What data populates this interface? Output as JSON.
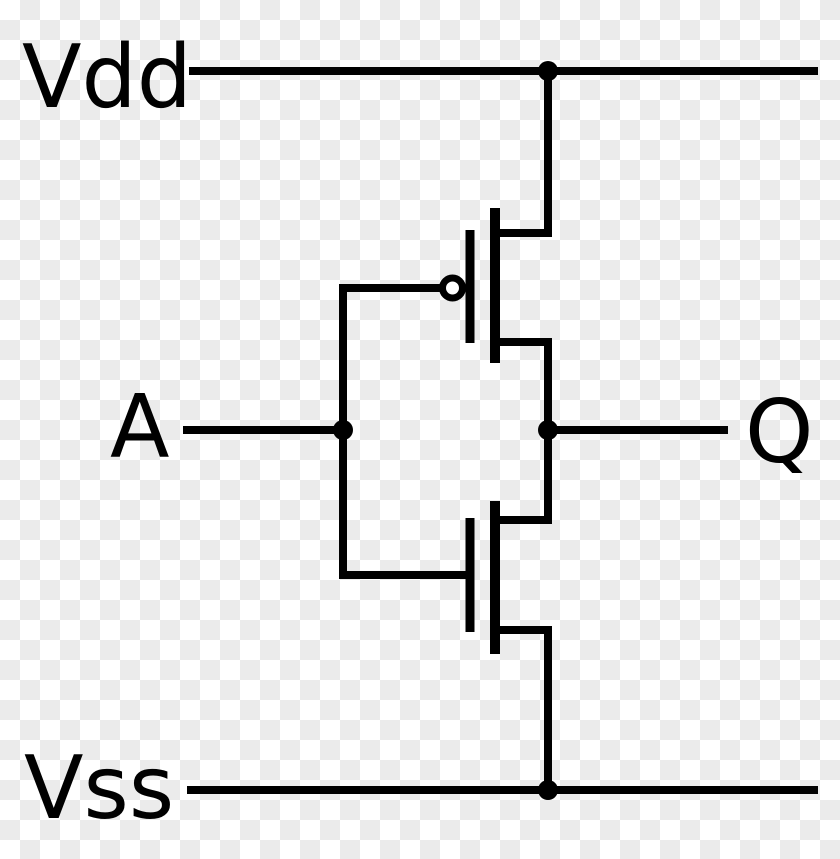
{
  "diagram": {
    "kind": "circuit-schematic",
    "circuit": "CMOS inverter (NOT gate)",
    "labels": {
      "vdd": "Vdd",
      "vss": "Vss",
      "input": "A",
      "output": "Q"
    },
    "components": [
      {
        "name": "pmos-transistor",
        "type": "p-channel MOSFET",
        "gate_bubble": true,
        "connects": {
          "source": "Vdd",
          "drain": "Q",
          "gate": "A"
        }
      },
      {
        "name": "nmos-transistor",
        "type": "n-channel MOSFET",
        "gate_bubble": false,
        "connects": {
          "source": "Vss",
          "drain": "Q",
          "gate": "A"
        }
      }
    ],
    "colors": {
      "stroke": "#000000",
      "checker_light": "#ffffff",
      "checker_dark": "#ebebeb"
    }
  }
}
